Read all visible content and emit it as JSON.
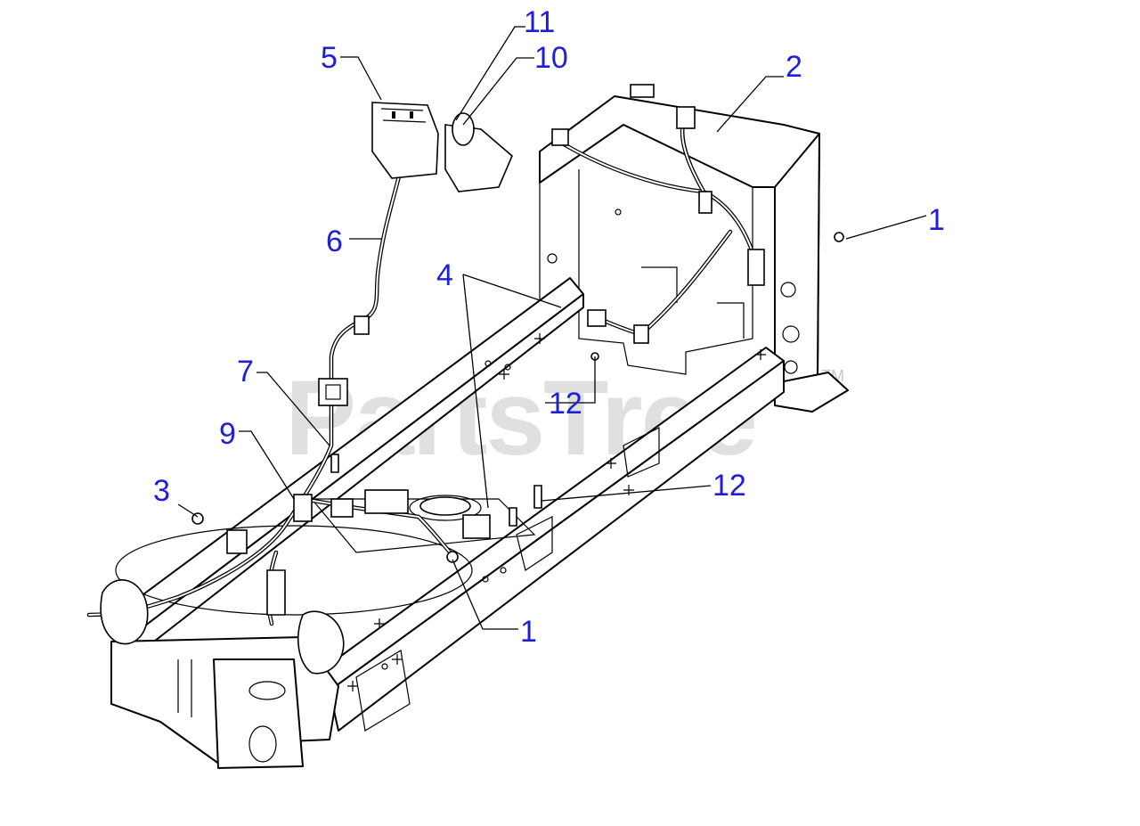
{
  "watermark": {
    "text": "PartsTree",
    "trademark": "TM"
  },
  "callouts": [
    {
      "id": "c1a",
      "label": "1"
    },
    {
      "id": "c1b",
      "label": "1"
    },
    {
      "id": "c2",
      "label": "2"
    },
    {
      "id": "c3",
      "label": "3"
    },
    {
      "id": "c4",
      "label": "4"
    },
    {
      "id": "c5",
      "label": "5"
    },
    {
      "id": "c6",
      "label": "6"
    },
    {
      "id": "c7",
      "label": "7"
    },
    {
      "id": "c9",
      "label": "9"
    },
    {
      "id": "c10",
      "label": "10"
    },
    {
      "id": "c11",
      "label": "11"
    },
    {
      "id": "c12a",
      "label": "12"
    },
    {
      "id": "c12b",
      "label": "12"
    }
  ],
  "colors": {
    "callout": "#1f1fd6",
    "line": "#000000",
    "watermark": "#c8c8c8"
  }
}
